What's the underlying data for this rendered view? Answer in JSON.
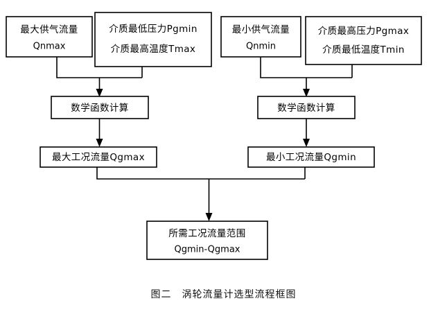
{
  "figure": {
    "caption": "图二　涡轮流量计选型流程框图",
    "line_color": "#000000",
    "box_fill": "#ffffff",
    "background": "#ffffff"
  },
  "chart_data": {
    "type": "diagram",
    "title": "图二　涡轮流量计选型流程框图",
    "nodes": [
      {
        "id": "in-qnmax",
        "line1": "最大供气流量",
        "line2": "Qnmax",
        "row": 1,
        "col": "left-a"
      },
      {
        "id": "in-pgmin",
        "line1": "介质最低压力Pgmin",
        "line2": "介质最高温度Tmax",
        "row": 1,
        "col": "left-b"
      },
      {
        "id": "in-qnmin",
        "line1": "最小供气流量",
        "line2": "Qnmin",
        "row": 1,
        "col": "right-a"
      },
      {
        "id": "in-pgmax",
        "line1": "介质最高压力Pgmax",
        "line2": "介质最低温度Tmin",
        "row": 1,
        "col": "right-b"
      },
      {
        "id": "calc-left",
        "line1": "数学函数计算",
        "line2": "",
        "row": 2,
        "col": "left"
      },
      {
        "id": "calc-right",
        "line1": "数学函数计算",
        "line2": "",
        "row": 2,
        "col": "right"
      },
      {
        "id": "out-qgmax",
        "line1": "最大工况流量Qgmax",
        "line2": "",
        "row": 3,
        "col": "left"
      },
      {
        "id": "out-qgmin",
        "line1": "最小工况流量Qgmin",
        "line2": "",
        "row": 3,
        "col": "right"
      },
      {
        "id": "result-range",
        "line1": "所需工况流量范围",
        "line2": "Qgmin-Qgmax",
        "row": 4,
        "col": "center"
      }
    ],
    "edges": [
      {
        "from": [
          "in-qnmax",
          "in-pgmin"
        ],
        "to": "calc-left",
        "style": "merge-arrow"
      },
      {
        "from": [
          "in-qnmin",
          "in-pgmax"
        ],
        "to": "calc-right",
        "style": "merge-arrow"
      },
      {
        "from": [
          "calc-left"
        ],
        "to": "out-qgmax",
        "style": "arrow"
      },
      {
        "from": [
          "calc-right"
        ],
        "to": "out-qgmin",
        "style": "arrow"
      },
      {
        "from": [
          "out-qgmax",
          "out-qgmin"
        ],
        "to": "result-range",
        "style": "merge-arrow"
      }
    ]
  }
}
